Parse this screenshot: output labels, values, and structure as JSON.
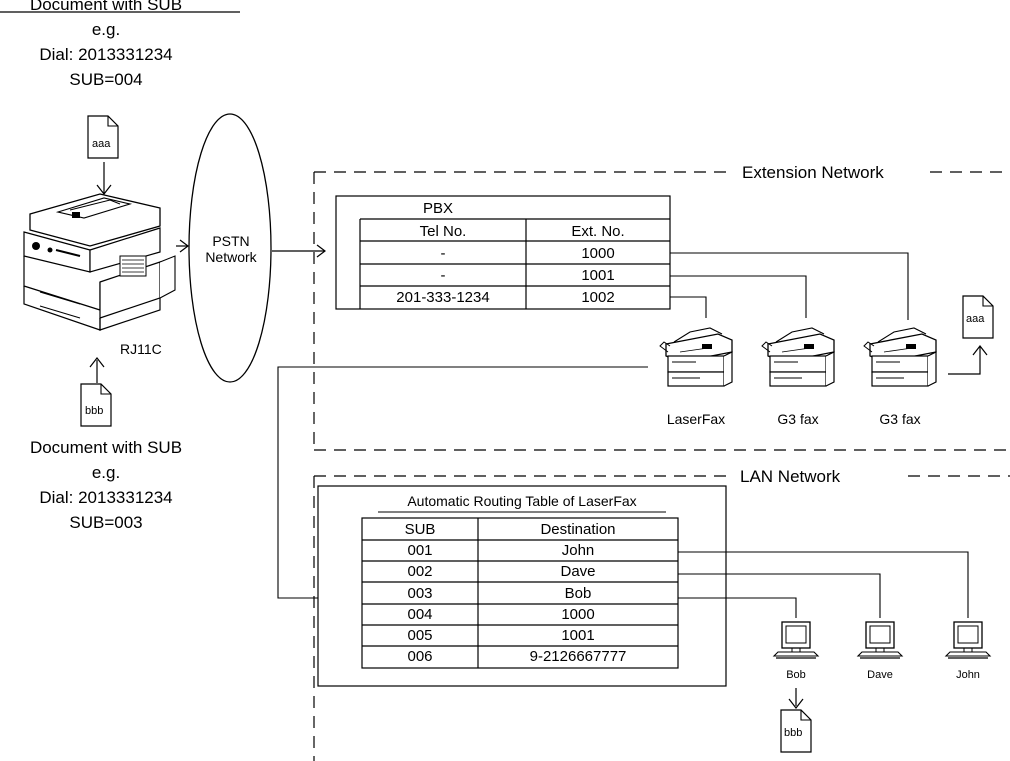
{
  "sender_top": {
    "heading": "Document with SUB",
    "example": "e.g.",
    "dial": "Dial: 2013331234",
    "sub": "SUB=004",
    "doc_label": "aaa"
  },
  "sender_bottom": {
    "heading": "Document with SUB",
    "example": "e.g.",
    "dial": "Dial: 2013331234",
    "sub": "SUB=003",
    "doc_label": "bbb"
  },
  "pstn": {
    "line1": "PSTN",
    "line2": "Network"
  },
  "rj11c": "RJ11C",
  "extension_network": "Extension Network",
  "lan_network": "LAN Network",
  "pbx": {
    "title": "PBX",
    "headers": [
      "Tel No.",
      "Ext. No."
    ],
    "rows": [
      [
        "-",
        "1000"
      ],
      [
        "-",
        "1001"
      ],
      [
        "201-333-1234",
        "1002"
      ]
    ]
  },
  "fax_machines": [
    "LaserFax",
    "G3 fax",
    "G3 fax"
  ],
  "output_doc_label": "aaa",
  "routing": {
    "title": "Automatic Routing Table of LaserFax",
    "headers": [
      "SUB",
      "Destination"
    ],
    "rows": [
      [
        "001",
        "John"
      ],
      [
        "002",
        "Dave"
      ],
      [
        "003",
        "Bob"
      ],
      [
        "004",
        "1000"
      ],
      [
        "005",
        "1001"
      ],
      [
        "006",
        "9-2126667777"
      ]
    ]
  },
  "computers": [
    "Bob",
    "Dave",
    "John"
  ],
  "bob_doc_label": "bbb"
}
